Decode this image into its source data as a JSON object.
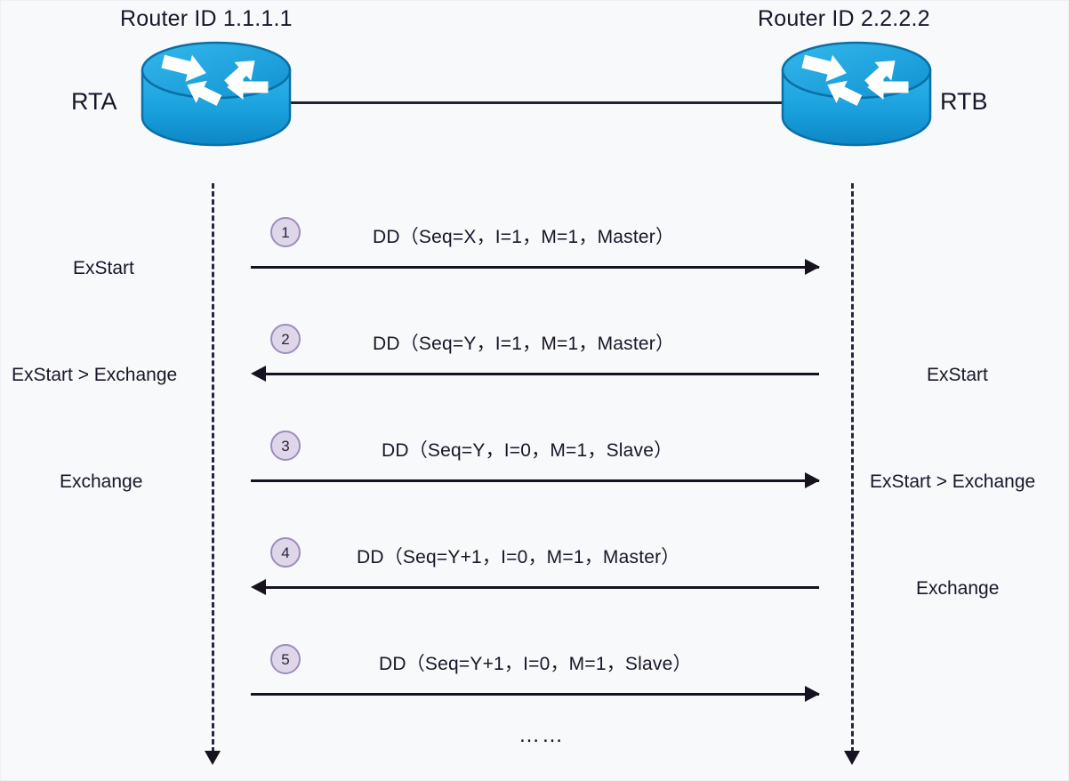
{
  "diagram": {
    "background_color": "#f7f9fb",
    "accent_badge_fill": "#ded7ea",
    "accent_badge_stroke": "#9f8bbf",
    "router_color": "#1e9bd7",
    "line_color": "#16121f"
  },
  "routers": [
    {
      "id": "left",
      "router_id_label": "Router ID 1.1.1.1",
      "name": "RTA",
      "icon": "cisco-router-icon"
    },
    {
      "id": "right",
      "router_id_label": "Router ID 2.2.2.2",
      "name": "RTB",
      "icon": "cisco-router-icon"
    }
  ],
  "messages": [
    {
      "number": "1",
      "text": "DD（Seq=X，I=1，M=1，Master）",
      "direction": "right"
    },
    {
      "number": "2",
      "text": "DD（Seq=Y，I=1，M=1，Master）",
      "direction": "left"
    },
    {
      "number": "3",
      "text": "DD（Seq=Y，I=0，M=1，Slave）",
      "direction": "right"
    },
    {
      "number": "4",
      "text": "DD（Seq=Y+1，I=0，M=1，Master）",
      "direction": "left"
    },
    {
      "number": "5",
      "text": "DD（Seq=Y+1，I=0，M=1，Slave）",
      "direction": "right"
    }
  ],
  "left_states": [
    {
      "label": "ExStart"
    },
    {
      "label": "ExStart > Exchange"
    },
    {
      "label": "Exchange"
    }
  ],
  "right_states": [
    {
      "label": "ExStart"
    },
    {
      "label": "ExStart > Exchange"
    },
    {
      "label": "Exchange"
    }
  ],
  "continuation": "……"
}
